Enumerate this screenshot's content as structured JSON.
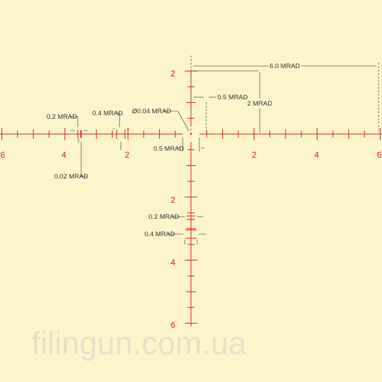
{
  "colors": {
    "background": "#fbf5c9",
    "reticle": "#e01b1b",
    "dimension": "#5a5a5a",
    "watermark": "#e7dfc7"
  },
  "axis_numbers": {
    "left_6": "6",
    "left_4": "4",
    "left_2": "2",
    "right_2": "2",
    "right_4": "4",
    "right_6": "6",
    "top_2": "2",
    "bottom_2": "2",
    "bottom_4": "4",
    "bottom_6": "6"
  },
  "annotations": {
    "total_width": "6.0 MRAD",
    "sub_tick": "0.5 MRAD",
    "main_tick": "2 MRAD",
    "dot": "Ø0.04 MRAD",
    "left_small_gap": "0.2 MRAD",
    "left_large_gap": "0.4 MRAD",
    "line_thickness": "0.02 MRAD",
    "center_gap": "0.5 MRAD",
    "bottom_small_gap": "0.2 MRAD",
    "bottom_large_gap": "0.4 MRAD"
  },
  "watermark": "filingun.com.ua"
}
